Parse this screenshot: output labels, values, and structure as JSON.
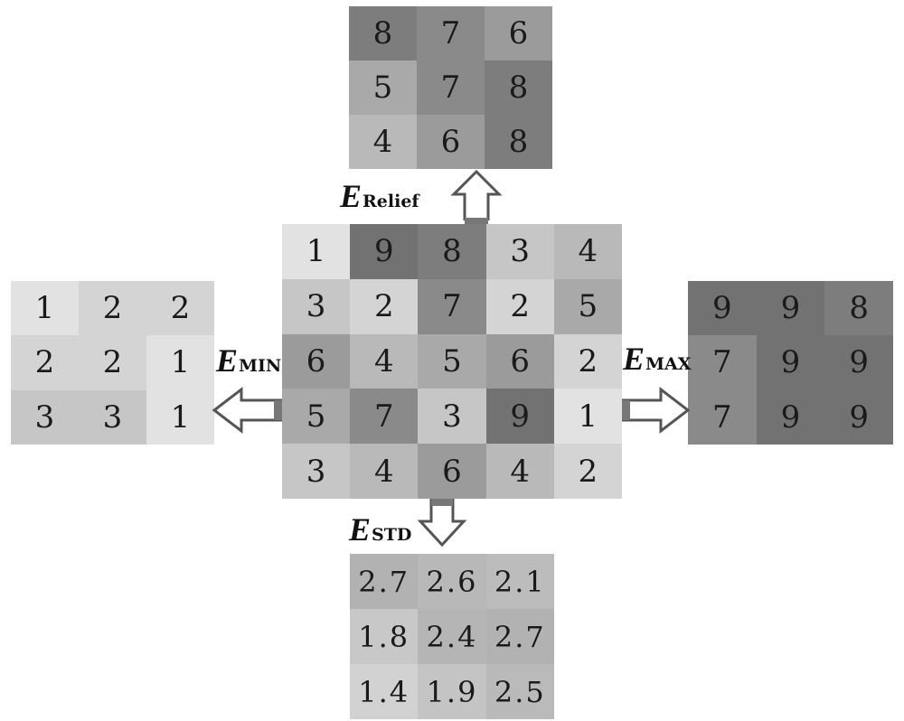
{
  "center": [
    [
      "1",
      "9",
      "8",
      "3",
      "4"
    ],
    [
      "3",
      "2",
      "7",
      "2",
      "5"
    ],
    [
      "6",
      "4",
      "5",
      "6",
      "2"
    ],
    [
      "5",
      "7",
      "3",
      "9",
      "1"
    ],
    [
      "3",
      "4",
      "6",
      "4",
      "2"
    ]
  ],
  "relief": [
    [
      "8",
      "7",
      "6"
    ],
    [
      "5",
      "7",
      "8"
    ],
    [
      "4",
      "6",
      "8"
    ]
  ],
  "min": [
    [
      "1",
      "2",
      "2"
    ],
    [
      "2",
      "2",
      "1"
    ],
    [
      "3",
      "3",
      "1"
    ]
  ],
  "max": [
    [
      "9",
      "9",
      "8"
    ],
    [
      "7",
      "9",
      "9"
    ],
    [
      "7",
      "9",
      "9"
    ]
  ],
  "std": [
    [
      "2.7",
      "2.6",
      "2.1"
    ],
    [
      "1.8",
      "2.4",
      "2.7"
    ],
    [
      "1.4",
      "1.9",
      "2.5"
    ]
  ],
  "labels": {
    "relief": {
      "main": "E",
      "sub": "Relief"
    },
    "min": {
      "main": "E",
      "sub": "MIN"
    },
    "max": {
      "main": "E",
      "sub": "MAX"
    },
    "std": {
      "main": "E",
      "sub": "STD"
    }
  },
  "colors": {
    "cell_bg": {
      "1": "#e2e2e2",
      "2": "#d4d4d4",
      "3": "#c6c6c6",
      "4": "#b9b9b9",
      "5": "#a9a9a9",
      "6": "#9b9b9b",
      "7": "#8a8a8a",
      "8": "#7d7d7d",
      "9": "#727272"
    },
    "std_bg": {
      "2.7": "#b2b2b2",
      "2.6": "#b8b8b8",
      "2.1": "#bcbcbc",
      "1.8": "#c8c8c8",
      "2.4": "#b5b5b5",
      "2.5": "#bababa",
      "1.4": "#d2d2d2",
      "1.9": "#c4c4c4"
    },
    "arrow_stroke": "#555555"
  }
}
